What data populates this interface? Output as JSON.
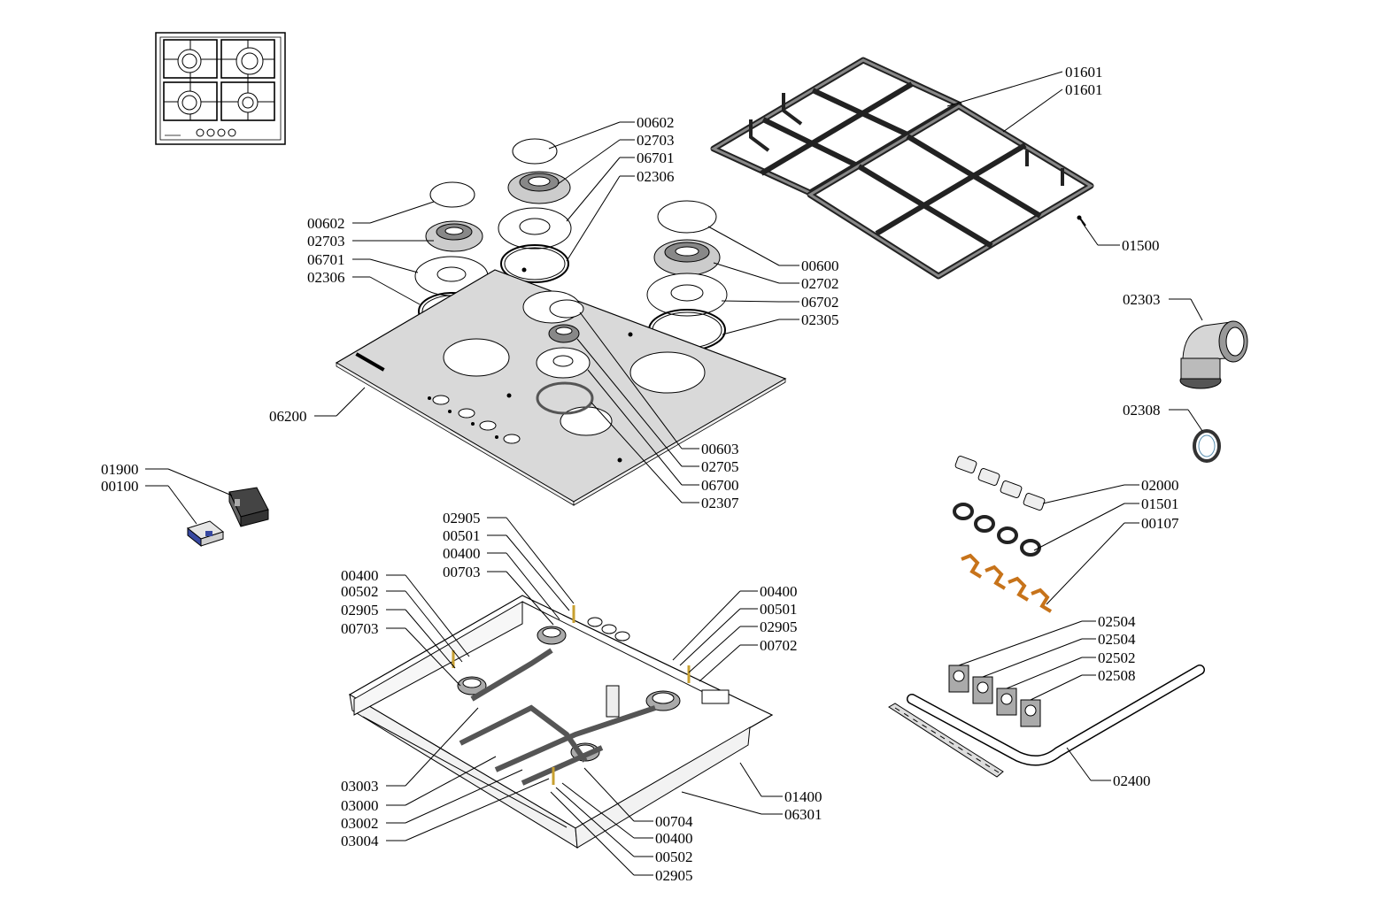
{
  "diagram": {
    "labels": {
      "grate_a": "01601",
      "grate_b": "01601",
      "grate_screw": "01500",
      "elbow": "02303",
      "elbow_seal": "02308",
      "knob": "02000",
      "knob_ring": "01501",
      "spring": "00107",
      "valve_a": "02504",
      "valve_b": "02504",
      "valve_c": "02502",
      "valve_d": "02508",
      "gas_rail": "02400",
      "cap_rear": "00602",
      "head_rear": "02703",
      "spreader_rear": "06701",
      "seal_rear": "02306",
      "cap_left": "00602",
      "head_left": "02703",
      "spreader_left": "06701",
      "seal_left": "02306",
      "cap_right": "00600",
      "head_right": "02702",
      "spreader_right": "06702",
      "seal_right": "02305",
      "cap_small": "00603",
      "head_small": "02705",
      "spreader_small": "06700",
      "seal_small": "02307",
      "top_plate": "06200",
      "switch_block": "01900",
      "ignition_unit": "00100",
      "b_l1": "02905",
      "b_l2": "00501",
      "b_l3": "00400",
      "b_l4": "00703",
      "b_l5": "00400",
      "b_l6": "00502",
      "b_l7": "02905",
      "b_l8": "00703",
      "b_r1": "00400",
      "b_r2": "00501",
      "b_r3": "02905",
      "b_r4": "00702",
      "b_b1": "03003",
      "b_b2": "03000",
      "b_b3": "03002",
      "b_b4": "03004",
      "b_b5": "01400",
      "b_b6": "06301",
      "b_b7": "00704",
      "b_b8": "00400",
      "b_b9": "00502",
      "b_b10": "02905"
    }
  }
}
